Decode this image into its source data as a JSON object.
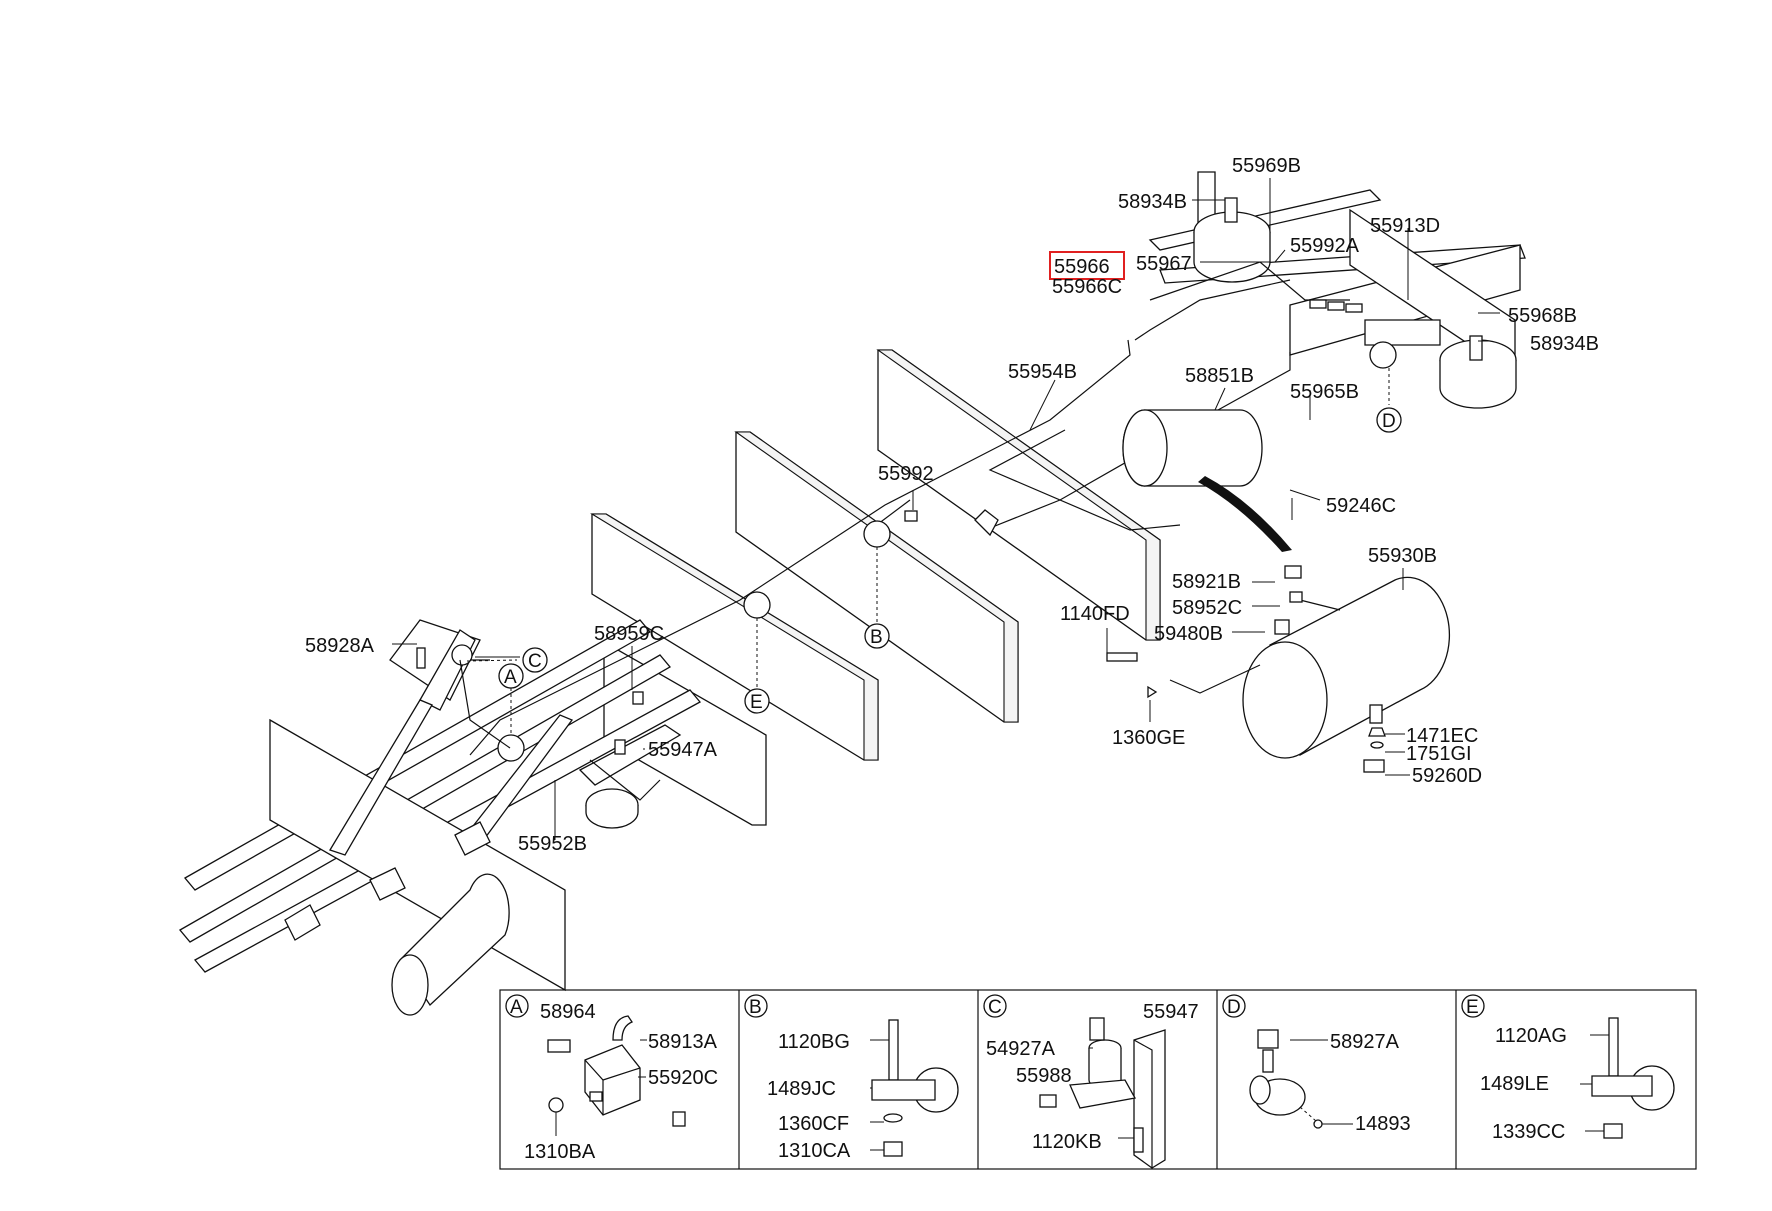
{
  "highlight_color": "#e02020",
  "callouts": {
    "c55969B": "55969B",
    "c58934B_top": "58934B",
    "c55913D": "55913D",
    "c55992A": "55992A",
    "c55966": "55966",
    "c55967": "55967",
    "c55966C": "55966C",
    "c55968B": "55968B",
    "c58934B_right": "58934B",
    "c55954B": "55954B",
    "c58851B": "58851B",
    "c55965B": "55965B",
    "c55992": "55992",
    "c59246C": "59246C",
    "c55930B": "55930B",
    "c58921B": "58921B",
    "c58952C": "58952C",
    "c1140FD": "1140FD",
    "c59480B": "59480B",
    "c1360GE": "1360GE",
    "c1471EC": "1471EC",
    "c1751GI": "1751GI",
    "c59260D": "59260D",
    "c58928A": "58928A",
    "c58959C": "58959C",
    "c55947A": "55947A",
    "c55952B": "55952B"
  },
  "refs": {
    "A": "A",
    "B": "B",
    "C": "C",
    "D": "D",
    "E": "E"
  },
  "details": {
    "a": {
      "ref": "A",
      "labels": [
        "58964",
        "58913A",
        "55920C",
        "1310BA"
      ]
    },
    "b": {
      "ref": "B",
      "labels": [
        "1120BG",
        "1489JC",
        "1360CF",
        "1310CA"
      ]
    },
    "c": {
      "ref": "C",
      "labels": [
        "55947",
        "54927A",
        "55988",
        "1120KB"
      ]
    },
    "d": {
      "ref": "D",
      "labels": [
        "58927A",
        "14893"
      ]
    },
    "e": {
      "ref": "E",
      "labels": [
        "1120AG",
        "1489LE",
        "1339CC"
      ]
    }
  }
}
